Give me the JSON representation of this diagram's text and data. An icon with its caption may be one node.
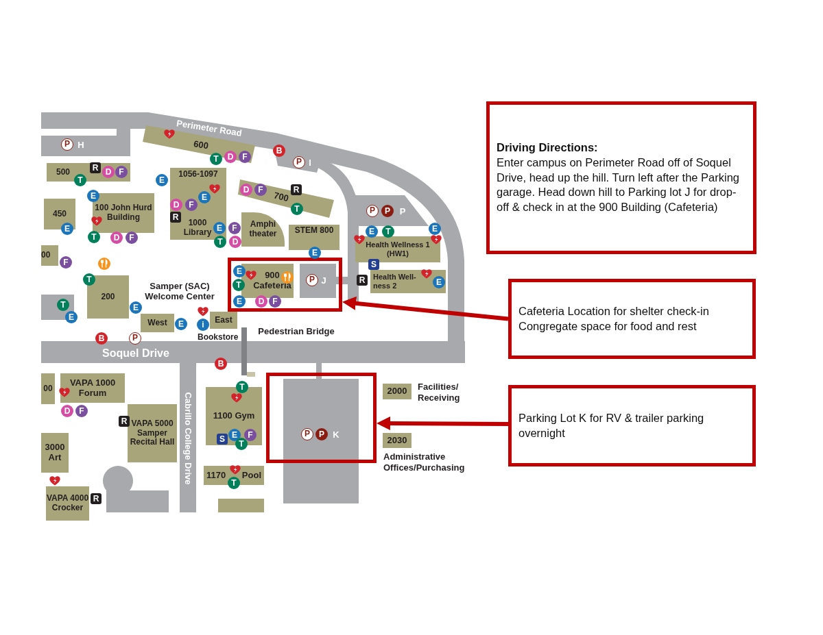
{
  "diagram": {
    "nodes": [
      {
        "text": [
          "Driving Directions:",
          "Enter campus on Perimeter Road off of Soquel Drive, head up the hill. Turn left after the Parking garage. Head down hill to Parking lot J for drop-off & check in at the 900 Building (Cafeteria)"
        ]
      },
      {
        "text": [
          "Cafeteria Location for shelter check-in",
          "Congregate space for food and rest"
        ]
      },
      {
        "text": [
          "Parking Lot K for RV & trailer parking overnight"
        ]
      },
      {
        "text": [],
        "shape": "box"
      },
      {
        "text": [],
        "shape": "box"
      },
      {
        "text": [
          "600"
        ]
      },
      {
        "text": [
          "500"
        ]
      },
      {
        "text": [
          "1056-1097",
          "1000 Library"
        ]
      },
      {
        "text": [
          "100 John Hurd Building"
        ]
      },
      {
        "text": [
          "450"
        ]
      },
      {
        "text": [
          "700"
        ]
      },
      {
        "text": [
          "Amphi theater"
        ]
      },
      {
        "text": [
          "STEM 800"
        ]
      },
      {
        "text": [
          "00"
        ]
      },
      {
        "text": [
          "200"
        ]
      },
      {
        "text": [
          "900 Cafeteria"
        ],
        "in": 3
      },
      {
        "text": [
          "Health Wellness 1 (HW1)"
        ]
      },
      {
        "text": [
          "Health Well- ness 2"
        ]
      },
      {
        "text": [
          "West"
        ]
      },
      {
        "text": [
          "East",
          "Bookstore"
        ]
      },
      {
        "text": [
          "VAPA 1000 Forum"
        ]
      },
      {
        "text": [
          "00"
        ]
      },
      {
        "text": [
          "VAPA 5000 Samper Recital Hall"
        ]
      },
      {
        "text": [
          "3000 Art"
        ]
      },
      {
        "text": [
          "VAPA 4000 Crocker"
        ]
      },
      {
        "text": [
          "1100 Gym"
        ]
      },
      {
        "text": [
          "1170",
          "Pool"
        ]
      },
      {
        "text": [],
        "shape": "box"
      },
      {
        "text": [
          "2000"
        ],
        "beside": [
          "Facilities/ Receiving"
        ]
      },
      {
        "text": [
          "2030"
        ],
        "beside": [
          "Administrative Offices/Purchasing"
        ]
      }
    ],
    "edges": [
      {
        "from": 1,
        "to": 3,
        "arrow": "to"
      },
      {
        "from": 2,
        "to": 4,
        "arrow": "to"
      }
    ],
    "labels": [
      "Perimeter Road",
      "P",
      "H",
      "B",
      "T",
      "D",
      "F",
      "P",
      "I",
      "R",
      "D",
      "F",
      "T",
      "E",
      "D",
      "F",
      "R",
      "E",
      "E",
      "D",
      "F",
      "T",
      "P",
      "P",
      "P",
      "R",
      "E",
      "E",
      "F",
      "E",
      "T",
      "E",
      "T",
      "D",
      "F",
      "T",
      "D",
      "E",
      "F",
      "S",
      "E",
      "T",
      "T",
      "P",
      "J",
      "R",
      "E",
      "Samper (SAC) Welcome Center",
      "T",
      "E",
      "E",
      "D",
      "F",
      "E",
      "E",
      "i",
      "Pedestrian Bridge",
      "B",
      "P",
      "Soquel Drive",
      "B",
      "T",
      "D",
      "F",
      "R",
      "Cabrillo College Drive",
      "S",
      "E",
      "T",
      "F",
      "P",
      "P",
      "K",
      "T",
      "R"
    ]
  }
}
